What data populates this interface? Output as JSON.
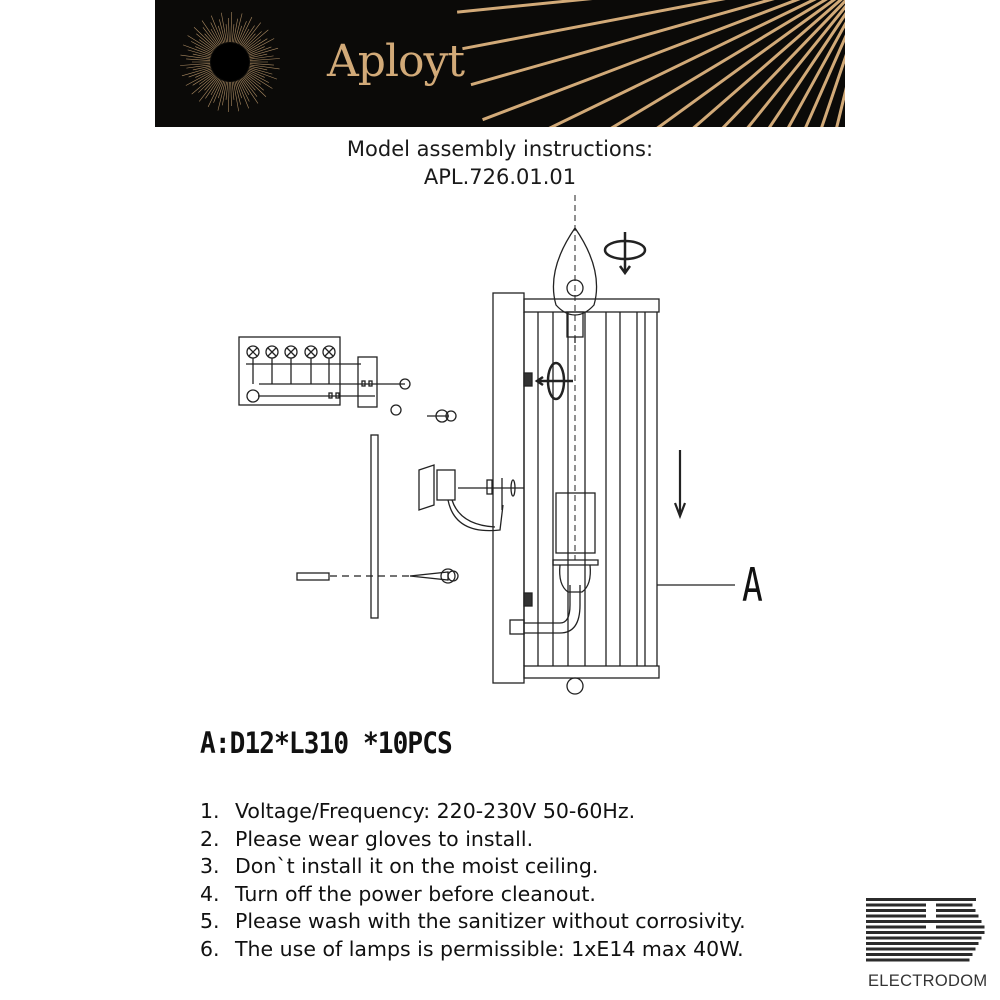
{
  "header": {
    "brand": "Aployt",
    "brand_color": "#d2aa78",
    "background": "#0b0a08"
  },
  "document": {
    "title_line1": "Model assembly instructions:",
    "title_line2": "APL.726.01.01"
  },
  "diagram": {
    "part_label": "A"
  },
  "spec": "A:D12*L310 *10PCS",
  "instructions": [
    {
      "num": "1.",
      "text": "Voltage/Frequency: 220-230V 50-60Hz."
    },
    {
      "num": "2.",
      "text": "Please wear gloves to install."
    },
    {
      "num": "3.",
      "text": "Don`t install it on the moist ceiling."
    },
    {
      "num": "4.",
      "text": "Turn off the power before cleanout."
    },
    {
      "num": "5.",
      "text": "Please wash with the sanitizer without corrosivity."
    },
    {
      "num": "6.",
      "text": "The use of lamps is permissible: 1xE14 max 40W."
    }
  ],
  "watermark": {
    "name": "ELECTRODOM"
  }
}
